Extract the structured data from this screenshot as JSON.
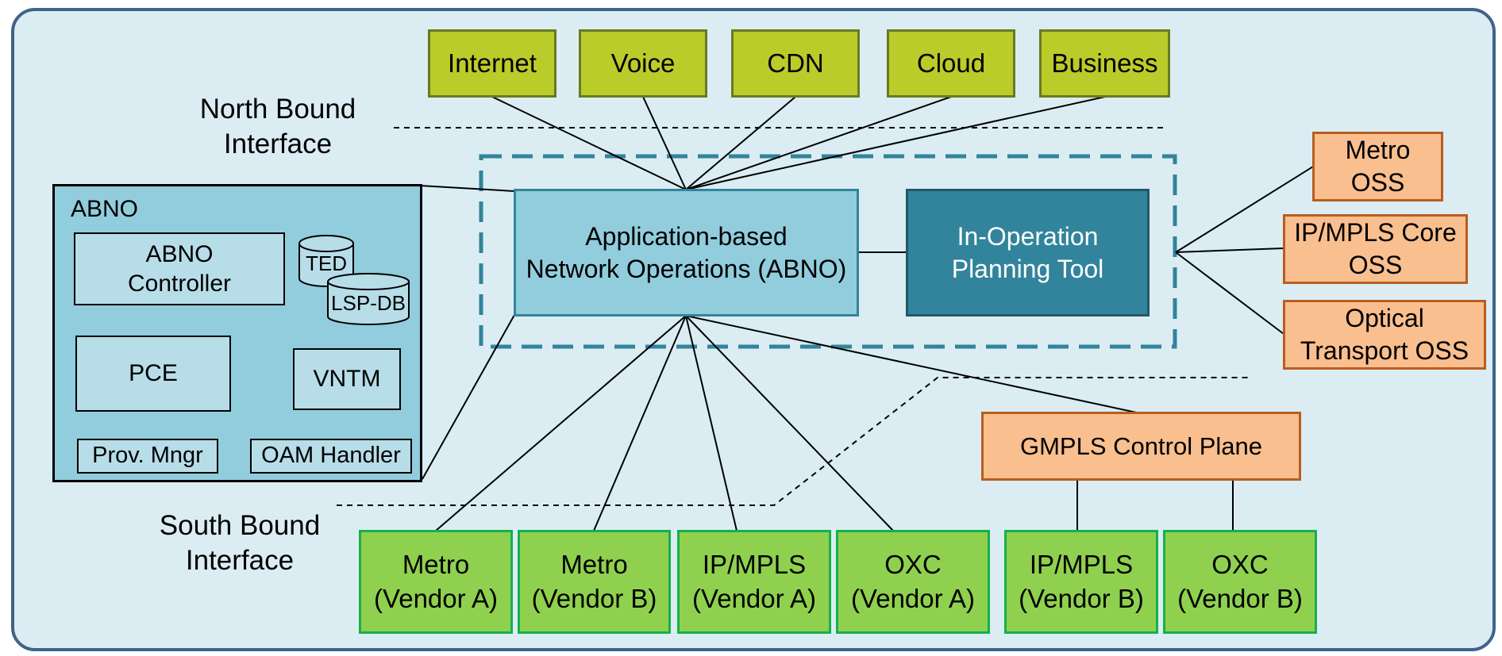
{
  "northbound_label": [
    "North Bound",
    "Interface"
  ],
  "southbound_label": [
    "South Bound",
    "Interface"
  ],
  "services": [
    "Internet",
    "Voice",
    "CDN",
    "Cloud",
    "Business"
  ],
  "abno_main": [
    "Application-based",
    "Network Operations (ABNO)"
  ],
  "planning_tool": [
    "In-Operation",
    "Planning Tool"
  ],
  "oss": [
    [
      "Metro",
      "OSS"
    ],
    [
      "IP/MPLS Core",
      "OSS"
    ],
    [
      "Optical",
      "Transport OSS"
    ]
  ],
  "abno_panel": {
    "title": "ABNO",
    "controller": [
      "ABNO",
      "Controller"
    ],
    "ted": "TED",
    "lsp_db": "LSP-DB",
    "pce": "PCE",
    "vntm": "VNTM",
    "prov_mngr": "Prov. Mngr",
    "oam_handler": "OAM Handler"
  },
  "gmpls": "GMPLS Control Plane",
  "devices": [
    [
      "Metro",
      "(Vendor A)"
    ],
    [
      "Metro",
      "(Vendor B)"
    ],
    [
      "IP/MPLS",
      "(Vendor A)"
    ],
    [
      "OXC",
      "(Vendor A)"
    ],
    [
      "IP/MPLS",
      "(Vendor B)"
    ],
    [
      "OXC",
      "(Vendor B)"
    ]
  ],
  "colors": {
    "frame_border": "#41628a",
    "background": "#dbedf3",
    "service_fill": "#b9cc2a",
    "device_fill": "#8fd14f",
    "oss_fill": "#f9bf8f",
    "abno_fill": "#92cddd",
    "planning_fill": "#31849b",
    "dashed_box": "#31849b"
  }
}
